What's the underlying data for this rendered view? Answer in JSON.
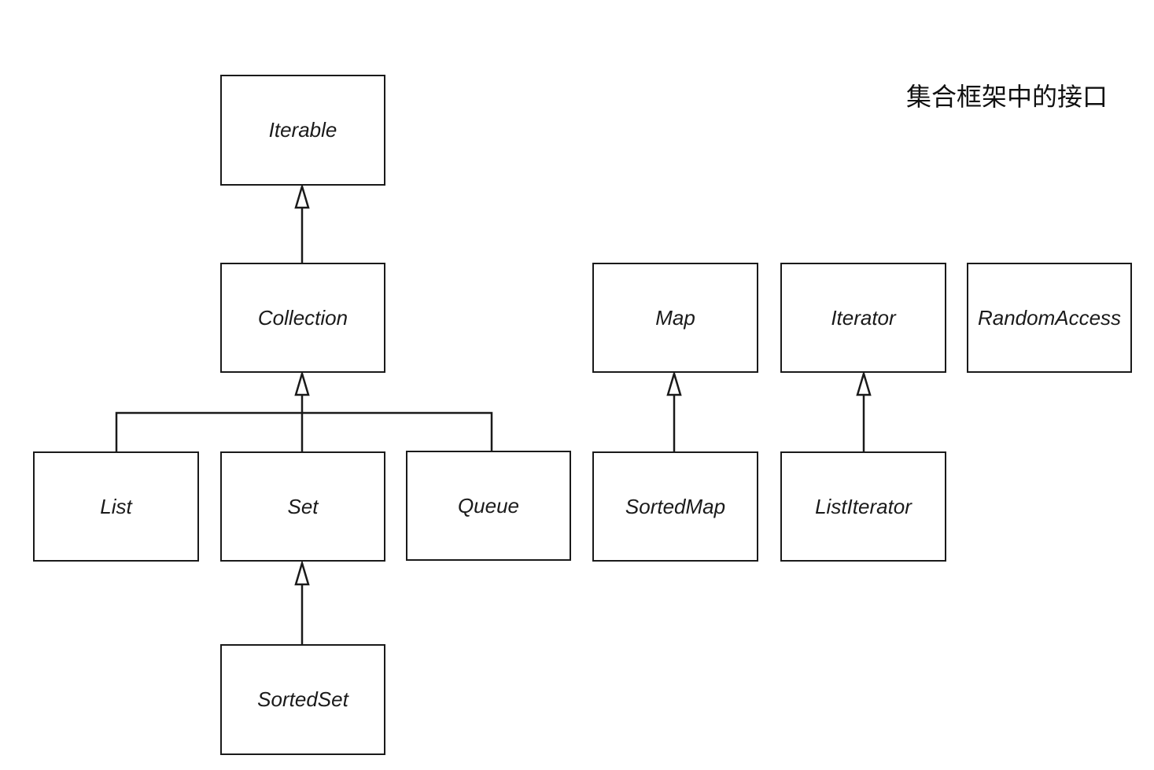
{
  "title": "集合框架中的接口",
  "nodes": {
    "iterable": "Iterable",
    "collection": "Collection",
    "list": "List",
    "set": "Set",
    "queue": "Queue",
    "sortedset": "SortedSet",
    "map": "Map",
    "sortedmap": "SortedMap",
    "iterator": "Iterator",
    "listiterator": "ListIterator",
    "randomaccess": "RandomAccess"
  },
  "edges": [
    {
      "from": "collection",
      "to": "iterable"
    },
    {
      "from": "list",
      "to": "collection"
    },
    {
      "from": "set",
      "to": "collection"
    },
    {
      "from": "queue",
      "to": "collection"
    },
    {
      "from": "sortedset",
      "to": "set"
    },
    {
      "from": "sortedmap",
      "to": "map"
    },
    {
      "from": "listiterator",
      "to": "iterator"
    }
  ],
  "colors": {
    "line": "#1a1a1a",
    "background": "#ffffff"
  }
}
